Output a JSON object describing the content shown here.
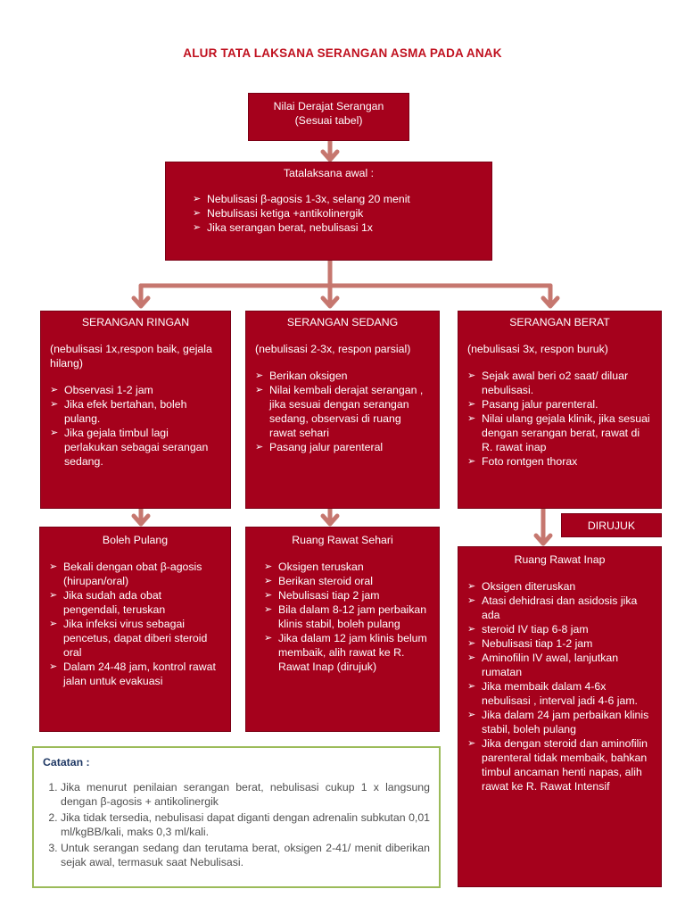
{
  "title": "ALUR TATA LAKSANA SERANGAN ASMA PADA ANAK",
  "box_start": {
    "line1": "Nilai Derajat Serangan",
    "line2": "(Sesuai  tabel)"
  },
  "box_awal": {
    "head": "Tatalaksana awal :",
    "items": [
      "Nebulisasi  β-agosis 1-3x, selang 20 menit",
      "Nebulisasi ketiga +antikolinergik",
      "Jika serangan berat, nebulisasi 1x"
    ]
  },
  "ringan": {
    "head": "SERANGAN RINGAN",
    "sub": "(nebulisasi 1x,respon baik, gejala hilang)",
    "items": [
      "Observasi 1-2 jam",
      "Jika efek bertahan, boleh pulang.",
      "Jika gejala timbul lagi perlakukan sebagai serangan sedang."
    ]
  },
  "sedang": {
    "head": "SERANGAN SEDANG",
    "sub": "(nebulisasi 2-3x, respon parsial)",
    "items": [
      "Berikan oksigen",
      "Nilai kembali derajat serangan , jika sesuai dengan serangan sedang, observasi di ruang rawat sehari",
      "Pasang jalur parenteral"
    ]
  },
  "berat": {
    "head": "SERANGAN BERAT",
    "sub": "(nebulisasi 3x, respon buruk)",
    "items": [
      "Sejak awal beri o2 saat/ diluar nebulisasi.",
      "Pasang jalur parenteral.",
      "Nilai ulang gejala klinik, jika sesuai dengan serangan berat, rawat di R. rawat inap",
      "Foto rontgen thorax"
    ]
  },
  "dirujuk": "DIRUJUK",
  "pulang": {
    "head": "Boleh Pulang",
    "items": [
      "Bekali dengan obat β-agosis (hirupan/oral)",
      "Jika sudah ada obat pengendali, teruskan",
      "Jika infeksi virus sebagai pencetus, dapat diberi steroid oral",
      "Dalam 24-48 jam, kontrol rawat jalan untuk evakuasi"
    ]
  },
  "sehari": {
    "head": "Ruang Rawat Sehari",
    "items": [
      "Oksigen teruskan",
      "Berikan steroid oral",
      "Nebulisasi tiap 2 jam",
      "Bila dalam 8-12 jam perbaikan klinis stabil, boleh pulang",
      "Jika dalam 12 jam klinis belum membaik, alih rawat ke R. Rawat Inap (dirujuk)"
    ]
  },
  "inap": {
    "head": "Ruang Rawat Inap",
    "items": [
      "Oksigen diteruskan",
      "Atasi dehidrasi  dan asidosis jika ada",
      "steroid  IV tiap 6-8 jam",
      "Nebulisasi tiap 1-2 jam",
      "Aminofilin IV awal, lanjutkan rumatan",
      "Jika membaik dalam 4-6x nebulisasi , interval jadi 4-6 jam.",
      "Jika dalam 24 jam perbaikan klinis stabil, boleh pulang",
      "Jika dengan steroid dan aminofilin parenteral tidak membaik, bahkan timbul ancaman henti napas, alih rawat ke R. Rawat Intensif"
    ]
  },
  "catatan": {
    "title": "Catatan :",
    "items": [
      "Jika menurut penilaian serangan berat, nebulisasi cukup 1 x langsung dengan β-agosis + antikolinergik",
      "Jika tidak tersedia, nebulisasi dapat diganti dengan adrenalin subkutan 0,01 ml/kgBB/kali, maks 0,3 ml/kali.",
      "Untuk serangan  sedang dan terutama berat, oksigen 2-41/ menit diberikan sejak awal, termasuk saat Nebulisasi."
    ]
  },
  "colors": {
    "box": "#a5011c",
    "arrow": "#c6776f",
    "title": "#c0111f",
    "note_border": "#9bbb59",
    "note_title": "#1f3864"
  }
}
